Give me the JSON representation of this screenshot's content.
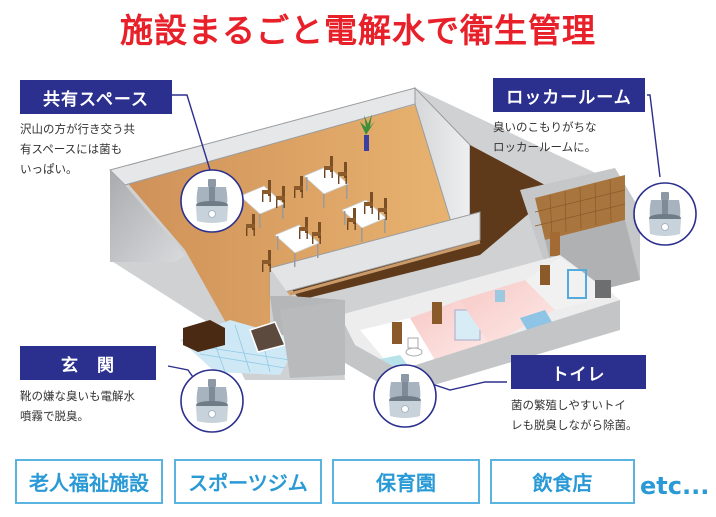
{
  "title": "施設まるごと電解水で衛生管理",
  "colors": {
    "title": "#e8202a",
    "label_bg": "#2b2f8e",
    "connector": "#2b2f8e",
    "category_border": "#5ab4e0",
    "category_text": "#2a9ad6",
    "floor_wood": "#d9a066",
    "corridor_dark": "#5e3a1a",
    "wall_gray": "#c8c9cb"
  },
  "callouts": [
    {
      "id": "shared-space",
      "label": "共有スペース",
      "description": "沢山の方が行き交う共\n有スペースには菌も\nいっぱい。",
      "icon": "humidifier-icon"
    },
    {
      "id": "locker-room",
      "label": "ロッカールーム",
      "description": "臭いのこもりがちな\nロッカールームに。",
      "icon": "humidifier-icon"
    },
    {
      "id": "entrance",
      "label": "玄　関",
      "description": "靴の嫌な臭いも電解水\n噴霧で脱臭。",
      "icon": "humidifier-icon"
    },
    {
      "id": "toilet",
      "label": "トイレ",
      "description": "菌の繁殖しやすいトイ\nレも脱臭しながら除菌。",
      "icon": "humidifier-icon"
    }
  ],
  "categories": [
    "老人福祉施設",
    "スポーツジム",
    "保育園",
    "飲食店"
  ],
  "etc_label": "etc..."
}
